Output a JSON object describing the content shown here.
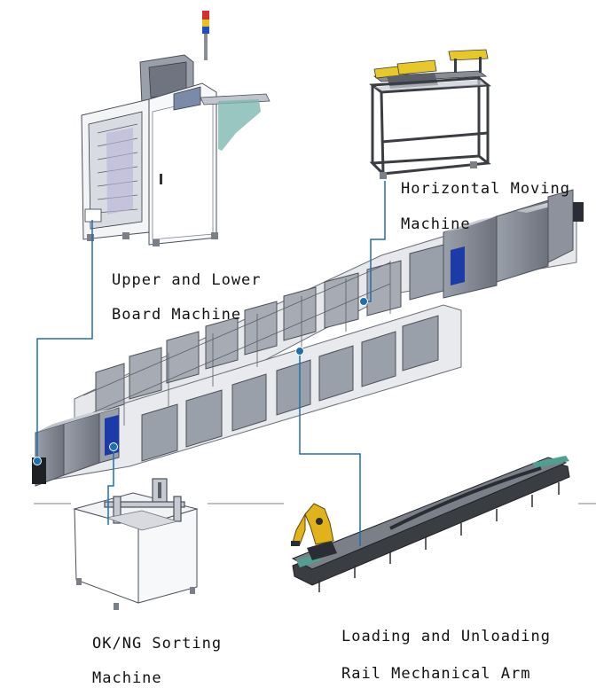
{
  "colors": {
    "leader_line": "#1f6fb0",
    "machine_body": "#8e929c",
    "machine_panel": "#c8cad2",
    "frame": "#4a4f57",
    "glass": "#e6e8ea",
    "accent_blue": "#1c3aa8",
    "robot_yellow": "#e2b21a",
    "rail_dark": "#3a3d42",
    "rail_green": "#4fa090",
    "divider": "#9a9a9a"
  },
  "labels": {
    "upper_lower": {
      "line1": "Upper and Lower",
      "line2": "Board Machine"
    },
    "horizontal_moving": {
      "line1": "Horizontal Moving",
      "line2": "Machine"
    },
    "sorting": {
      "line1": "OK/NG Sorting",
      "line2": "Machine"
    },
    "loading_unloading": {
      "line1": "Loading and Unloading",
      "line2": "Rail Mechanical Arm"
    }
  }
}
